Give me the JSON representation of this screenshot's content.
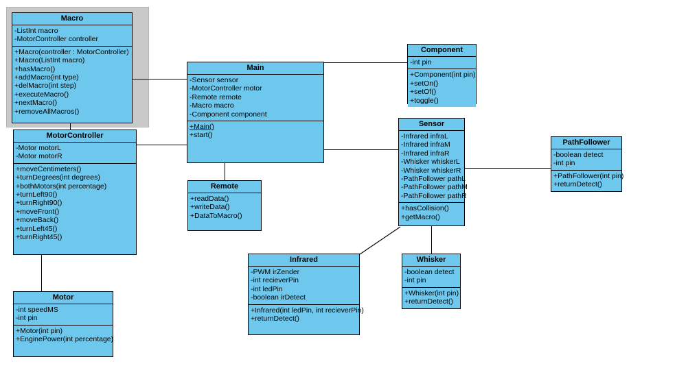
{
  "diagram": {
    "type": "uml-class-diagram",
    "background_color": "#ffffff",
    "class_fill_color": "#6EC7EC",
    "class_border_color": "#000000",
    "selection_frame_color": "#c9c9c9",
    "selected_class": "Macro"
  },
  "classes": {
    "macro": {
      "name": "Macro",
      "attributes": [
        "-ListInt macro",
        "-MotorController controller"
      ],
      "methods": [
        "+Macro(controller : MotorController)",
        "+Macro(ListInt macro)",
        "+hasMacro()",
        "+addMacro(int type)",
        "+delMacro(int step)",
        "+executeMacro()",
        "+nextMacro()",
        "+removeAllMacros()"
      ]
    },
    "main": {
      "name": "Main",
      "attributes": [
        "-Sensor sensor",
        "-MotorController motor",
        "-Remote remote",
        "-Macro macro",
        "-Component component"
      ],
      "methods": [
        "+Main()",
        "+start()"
      ]
    },
    "component": {
      "name": "Component",
      "attributes": [
        "-int pin"
      ],
      "methods": [
        "+Component(int pin)",
        "+setOn()",
        "+setOf()",
        "+toggle()"
      ]
    },
    "motorcontroller": {
      "name": "MotorController",
      "attributes": [
        "-Motor motorL",
        "-Motor motorR"
      ],
      "methods": [
        "+moveCentimeters()",
        "+turnDegrees(int degrees)",
        "+bothMotors(int percentage)",
        "+turnLeft90()",
        "+turnRight90()",
        "+moveFront()",
        "+moveBack()",
        "+turnLeft45()",
        "+turnRight45()"
      ]
    },
    "sensor": {
      "name": "Sensor",
      "attributes": [
        "-Infrared infraL",
        "-Infrared infraM",
        "-Infrared infraR",
        "-Whisker whiskerL",
        "-Whisker whiskerR",
        "-PathFollower pathL",
        "-PathFollower pathM",
        "-PathFollower pathR"
      ],
      "methods": [
        "+hasCollision()",
        "+getMacro()"
      ]
    },
    "pathfollower": {
      "name": "PathFollower",
      "attributes": [
        "-boolean detect",
        "-int pin"
      ],
      "methods": [
        "+PathFollower(int pin)",
        "+returnDetect()"
      ]
    },
    "remote": {
      "name": "Remote",
      "attributes": [],
      "methods": [
        "+readData()",
        "+writeData()",
        "+DataToMacro()"
      ]
    },
    "infrared": {
      "name": "Infrared",
      "attributes": [
        "-PWM irZender",
        "-int recieverPin",
        "-int ledPin",
        "-boolean irDetect"
      ],
      "methods": [
        "+Infrared(int ledPin, int recieverPin)",
        "+returnDetect()"
      ]
    },
    "whisker": {
      "name": "Whisker",
      "attributes": [
        "-boolean detect",
        "-int pin"
      ],
      "methods": [
        "+Whisker(int pin)",
        "+returnDetect()"
      ]
    },
    "motor": {
      "name": "Motor",
      "attributes": [
        "-int speedMS",
        "-int pin"
      ],
      "methods": [
        "+Motor(int pin)",
        "+EnginePower(int percentage)"
      ]
    }
  },
  "associations": [
    {
      "from": "Macro",
      "to": "Main"
    },
    {
      "from": "Macro",
      "to": "MotorController"
    },
    {
      "from": "MotorController",
      "to": "Main"
    },
    {
      "from": "MotorController",
      "to": "Motor"
    },
    {
      "from": "Main",
      "to": "Component"
    },
    {
      "from": "Main",
      "to": "Sensor"
    },
    {
      "from": "Main",
      "to": "Remote"
    },
    {
      "from": "Sensor",
      "to": "PathFollower"
    },
    {
      "from": "Sensor",
      "to": "Infrared"
    },
    {
      "from": "Sensor",
      "to": "Whisker"
    }
  ]
}
